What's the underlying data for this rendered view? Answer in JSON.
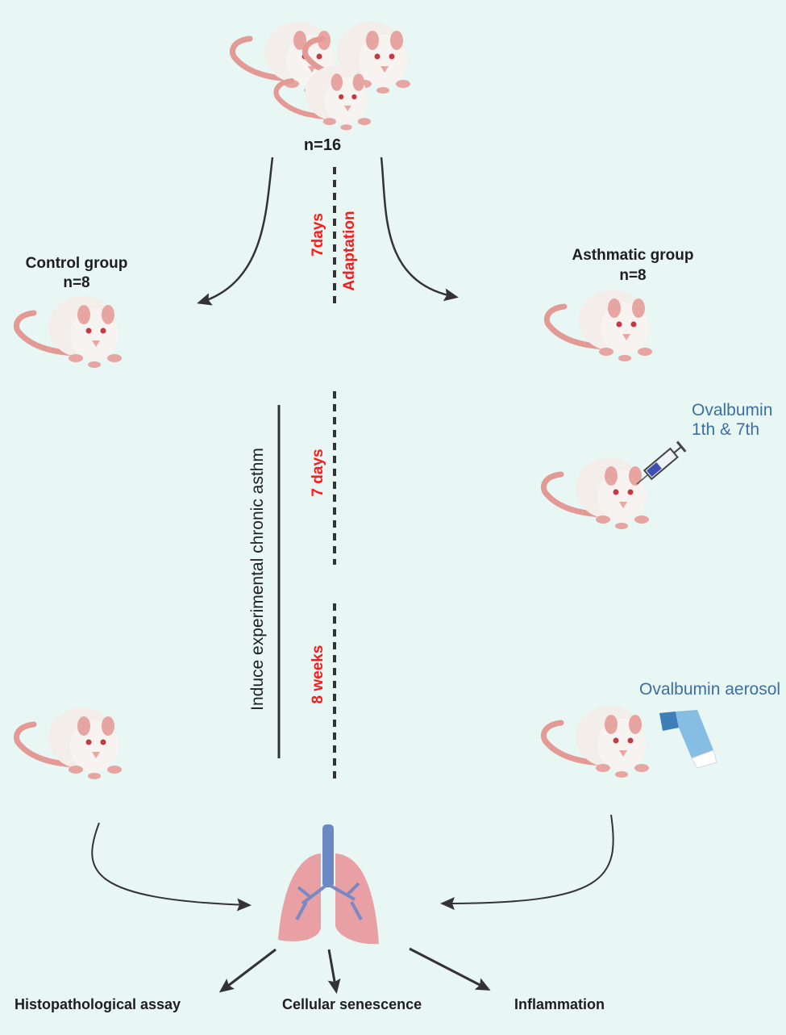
{
  "start": {
    "count_label": "n=16"
  },
  "adaptation": {
    "duration": "7days",
    "label": "Adaptation"
  },
  "control": {
    "title": "Control group",
    "count_label": "n=8"
  },
  "asthmatic": {
    "title": "Asthmatic group",
    "count_label": "n=8",
    "injection": {
      "line1": "Ovalbumin",
      "line2": "1th & 7th"
    },
    "aerosol": "Ovalbumin aerosol"
  },
  "induction": {
    "label": "Induce experimental chronic asthm",
    "phase1": "7 days",
    "phase2": "8 weeks"
  },
  "outcomes": [
    "Histopathological assay",
    "Cellular senescence",
    "Inflammation"
  ],
  "colors": {
    "background": "#e8f6f4",
    "accent_red": "#ff1a1a",
    "accent_blue": "#3d6fa3",
    "arrow": "#333333"
  }
}
